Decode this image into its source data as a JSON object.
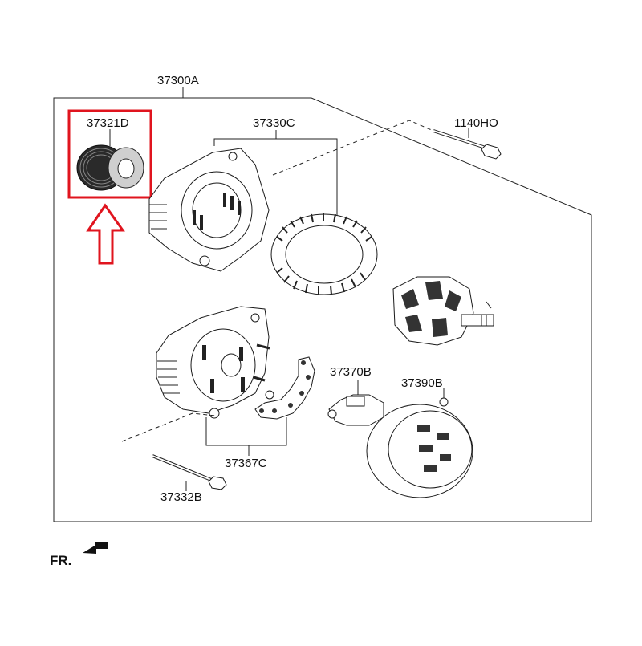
{
  "diagram": {
    "assembly_label": "37300A",
    "parts": [
      {
        "id": "pulley",
        "label": "37321D"
      },
      {
        "id": "front-housing",
        "label": "37330C"
      },
      {
        "id": "through-bolt",
        "label": "1140HO"
      },
      {
        "id": "regulator",
        "label": "37370B"
      },
      {
        "id": "rear-cover",
        "label": "37390B"
      },
      {
        "id": "rectifier",
        "label": "37367C"
      },
      {
        "id": "rear-bolt",
        "label": "37332B"
      }
    ],
    "direction_label": "FR.",
    "highlight_color": "#e0141e"
  }
}
